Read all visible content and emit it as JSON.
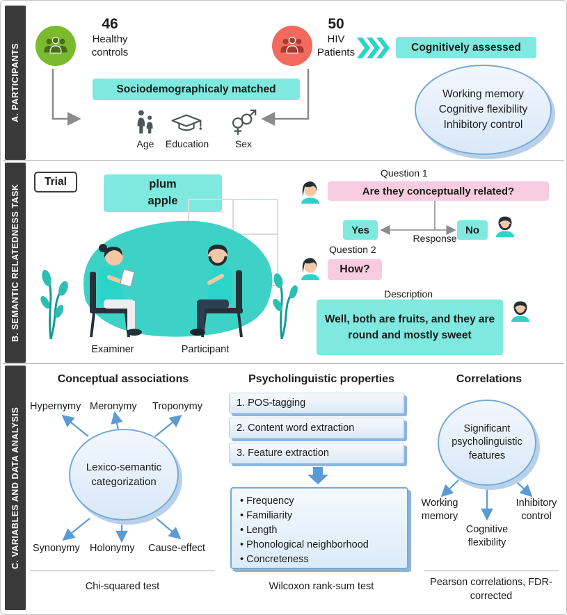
{
  "colors": {
    "teal_box": "#7FE9E0",
    "pink_box": "#F8CCE0",
    "blue_accent": "#5B9BD5",
    "panel_label_bg": "#3A3A3A",
    "healthy_green": "#7BB92E",
    "hiv_red": "#F2695D"
  },
  "panels": {
    "a": {
      "label": "A. PARTICIPANTS",
      "healthy": {
        "count": "46",
        "label": "Healthy\ncontrols"
      },
      "hiv": {
        "count": "50",
        "label": "HIV\nPatients"
      },
      "assessed": "Cognitively assessed",
      "matched": "Sociodemographicaly matched",
      "demographics": [
        "Age",
        "Education",
        "Sex"
      ],
      "cognitive_domains": [
        "Working memory",
        "Cognitive flexibility",
        "Inhibitory control"
      ]
    },
    "b": {
      "label": "B. SEMANTIC RELATEDNESS TASK",
      "trial": "Trial",
      "stimulus": "plum\napple",
      "examiner": "Examiner",
      "participant": "Participant",
      "question1_label": "Question 1",
      "question1": "Are they conceptually related?",
      "yes": "Yes",
      "no": "No",
      "response": "Response",
      "question2_label": "Question 2",
      "question2": "How?",
      "description_label": "Description",
      "description": "Well, both are fruits, and they are round and mostly sweet"
    },
    "c": {
      "label": "C. VARIABLES AND DATA ANALYSIS",
      "conceptual": {
        "title": "Conceptual associations",
        "center": "Lexico-semantic categorization",
        "top_terms": [
          "Hypernymy",
          "Meronymy",
          "Troponymy"
        ],
        "bottom_terms": [
          "Synonymy",
          "Holonymy",
          "Cause-effect"
        ],
        "test": "Chi-squared test"
      },
      "psycholinguistic": {
        "title": "Psycholinguistic properties",
        "steps": [
          "1. POS-tagging",
          "2. Content word extraction",
          "3. Feature extraction"
        ],
        "features": [
          "Frequency",
          "Familiarity",
          "Length",
          "Phonological neighborhood",
          "Concreteness"
        ],
        "test": "Wilcoxon rank-sum test"
      },
      "correlations": {
        "title": "Correlations",
        "center": "Significant psycholinguistic features",
        "targets": [
          "Working memory",
          "Cognitive flexibility",
          "Inhibitory control"
        ],
        "test": "Pearson correlations, FDR-corrected"
      }
    }
  }
}
